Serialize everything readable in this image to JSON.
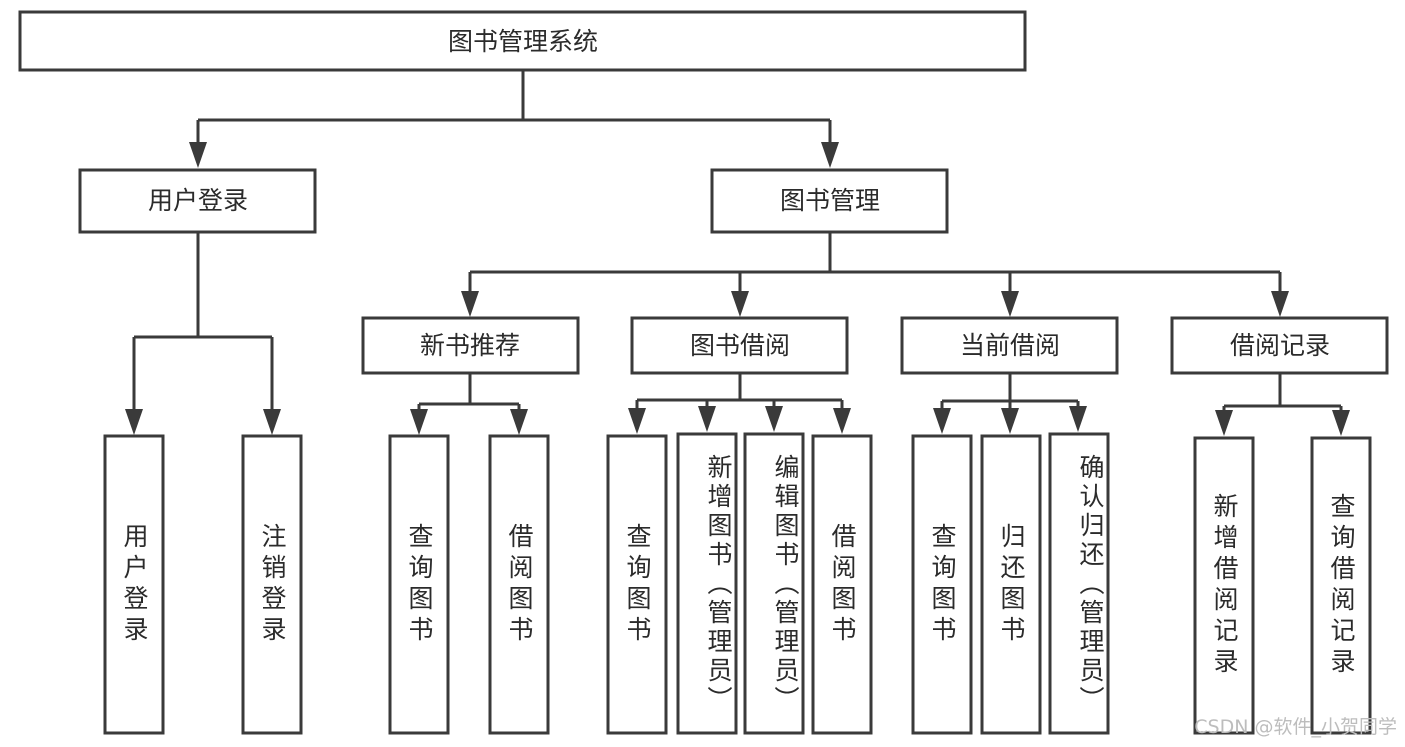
{
  "diagram": {
    "type": "tree-hierarchy-diagram",
    "title": "图书管理系统",
    "colors": {
      "box_stroke": "#3a3a3a",
      "box_fill": "#ffffff",
      "text": "#2b2b2b",
      "connector": "#3a3a3a",
      "watermark": "#bdbdbd",
      "background": "#ffffff"
    },
    "root": {
      "label": "图书管理系统"
    },
    "level2": [
      {
        "label": "用户登录"
      },
      {
        "label": "图书管理"
      }
    ],
    "level3": [
      {
        "label": "新书推荐"
      },
      {
        "label": "图书借阅"
      },
      {
        "label": "当前借阅"
      },
      {
        "label": "借阅记录"
      }
    ],
    "leaves": {
      "user_login": [
        {
          "label": "用户登录"
        },
        {
          "label": "注销登录"
        }
      ],
      "new_book_recommend": [
        {
          "label": "查询图书"
        },
        {
          "label": "借阅图书"
        }
      ],
      "book_borrow": [
        {
          "label": "查询图书"
        },
        {
          "label": "新增图书（管理员）"
        },
        {
          "label": "编辑图书（管理员）"
        },
        {
          "label": "借阅图书"
        }
      ],
      "current_borrow": [
        {
          "label": "查询图书"
        },
        {
          "label": "归还图书"
        },
        {
          "label": "确认归还（管理员）"
        }
      ],
      "borrow_record": [
        {
          "label": "新增借阅记录"
        },
        {
          "label": "查询借阅记录"
        }
      ]
    },
    "watermark": "CSDN @软件_小贺同学"
  }
}
